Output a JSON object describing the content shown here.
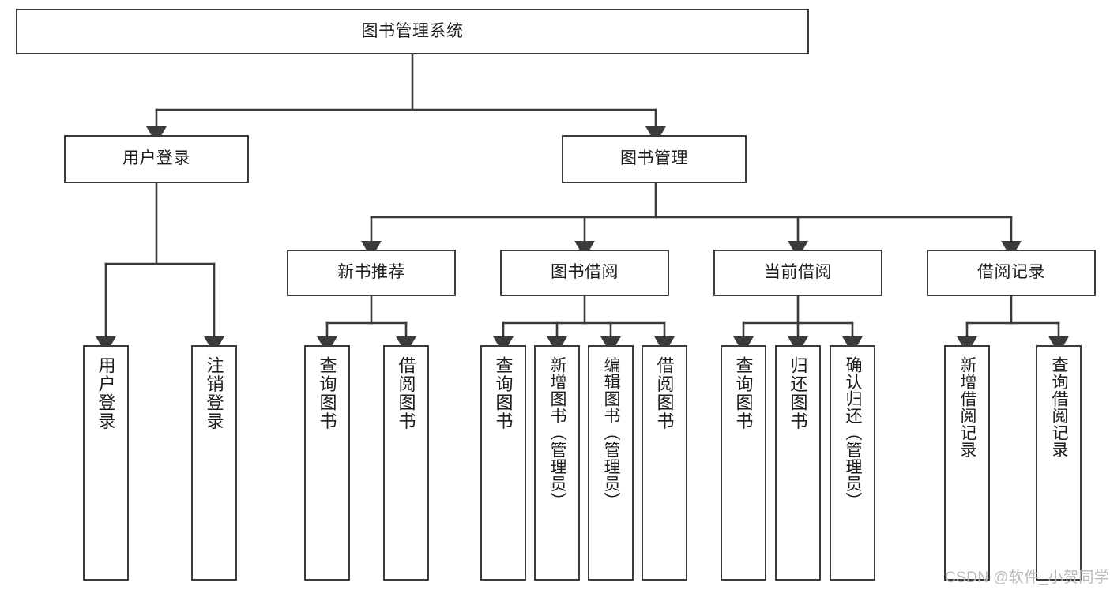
{
  "diagram": {
    "title": "图书管理系统",
    "type": "tree-hierarchy",
    "watermark": "CSDN @软件_小贺同学",
    "colors": {
      "background": "#ffffff",
      "node_border": "#3b3b3b",
      "node_fill": "#ffffff",
      "edge": "#3b3b3b",
      "text": "#1c1c1c",
      "watermark": "#b9b9b9"
    },
    "levels": [
      {
        "level": 1,
        "nodes": [
          {
            "id": "root",
            "label": "图书管理系统",
            "orientation": "horizontal"
          }
        ]
      },
      {
        "level": 2,
        "nodes": [
          {
            "id": "user-login",
            "label": "用户登录",
            "orientation": "horizontal",
            "parent": "root"
          },
          {
            "id": "book-manage",
            "label": "图书管理",
            "orientation": "horizontal",
            "parent": "root"
          }
        ]
      },
      {
        "level": 3,
        "nodes": [
          {
            "id": "new-book-recommend",
            "label": "新书推荐",
            "orientation": "horizontal",
            "parent": "book-manage"
          },
          {
            "id": "book-borrow",
            "label": "图书借阅",
            "orientation": "horizontal",
            "parent": "book-manage"
          },
          {
            "id": "current-borrow",
            "label": "当前借阅",
            "orientation": "horizontal",
            "parent": "book-manage"
          },
          {
            "id": "borrow-record",
            "label": "借阅记录",
            "orientation": "horizontal",
            "parent": "book-manage"
          }
        ]
      },
      {
        "level": 4,
        "nodes": [
          {
            "id": "leaf-user-login",
            "label": "用户登录",
            "orientation": "vertical",
            "parent": "user-login"
          },
          {
            "id": "leaf-logout",
            "label": "注销登录",
            "orientation": "vertical",
            "parent": "user-login"
          },
          {
            "id": "leaf-query-book-1",
            "label": "查询图书",
            "orientation": "vertical",
            "parent": "new-book-recommend"
          },
          {
            "id": "leaf-borrow-book-1",
            "label": "借阅图书",
            "orientation": "vertical",
            "parent": "new-book-recommend"
          },
          {
            "id": "leaf-query-book-2",
            "label": "查询图书",
            "orientation": "vertical",
            "parent": "book-borrow"
          },
          {
            "id": "leaf-add-book",
            "label": "新增图书（管理员）",
            "orientation": "vertical",
            "parent": "book-borrow"
          },
          {
            "id": "leaf-edit-book",
            "label": "编辑图书（管理员）",
            "orientation": "vertical",
            "parent": "book-borrow"
          },
          {
            "id": "leaf-borrow-book-2",
            "label": "借阅图书",
            "orientation": "vertical",
            "parent": "book-borrow"
          },
          {
            "id": "leaf-query-book-3",
            "label": "查询图书",
            "orientation": "vertical",
            "parent": "current-borrow"
          },
          {
            "id": "leaf-return-book",
            "label": "归还图书",
            "orientation": "vertical",
            "parent": "current-borrow"
          },
          {
            "id": "leaf-confirm-return",
            "label": "确认归还（管理员）",
            "orientation": "vertical",
            "parent": "current-borrow"
          },
          {
            "id": "leaf-add-record",
            "label": "新增借阅记录",
            "orientation": "vertical",
            "parent": "borrow-record"
          },
          {
            "id": "leaf-query-record",
            "label": "查询借阅记录",
            "orientation": "vertical",
            "parent": "borrow-record"
          }
        ]
      }
    ]
  }
}
